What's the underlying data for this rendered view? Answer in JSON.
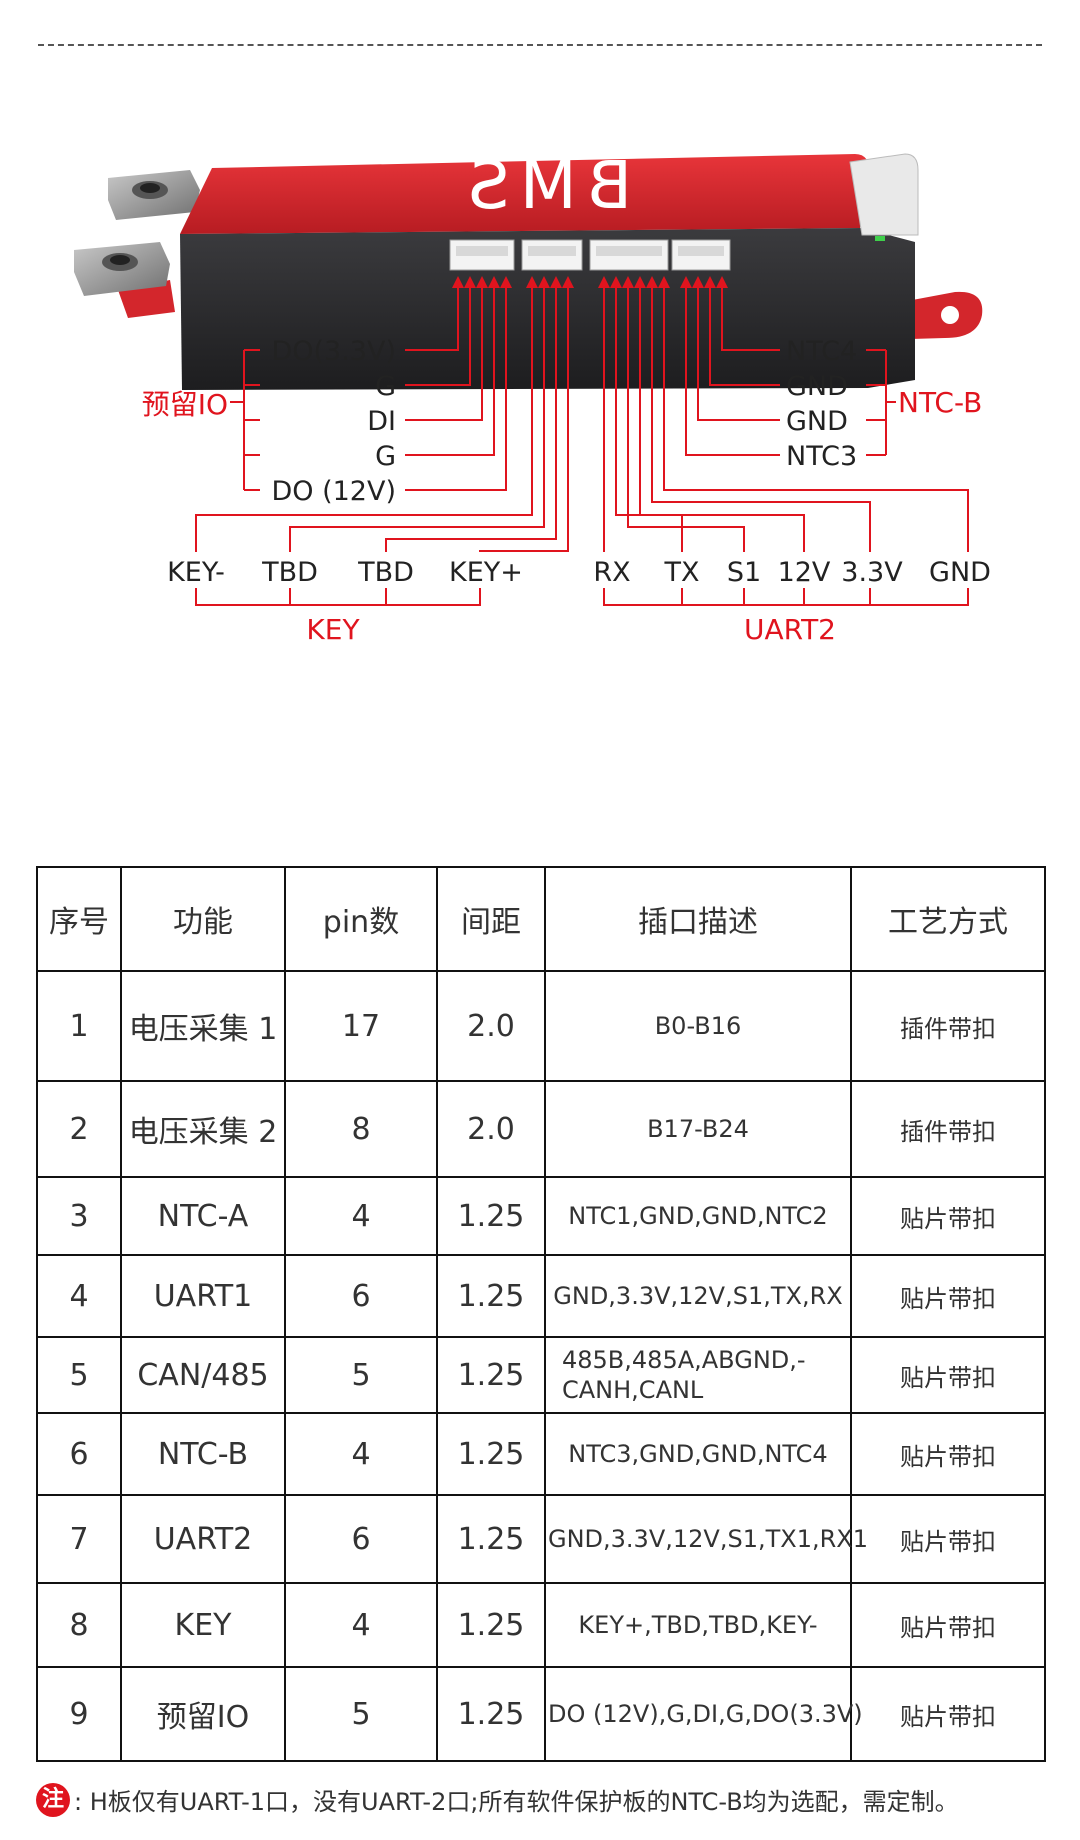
{
  "board": {
    "logo": "BMS"
  },
  "reserved_io": {
    "group": "预留IO",
    "pins": [
      "DO(3.3V)",
      "G",
      "DI",
      "G",
      "DO (12V)"
    ]
  },
  "ntc_b": {
    "group": "NTC-B",
    "pins": [
      "NTC4",
      "GND",
      "GND",
      "NTC3"
    ]
  },
  "key": {
    "group": "KEY",
    "pins": [
      "KEY-",
      "TBD",
      "TBD",
      "KEY+"
    ]
  },
  "uart2": {
    "group": "UART2",
    "pins": [
      "RX",
      "TX",
      "S1",
      "12V",
      "3.3V",
      "GND"
    ]
  },
  "table": {
    "headers": [
      "序号",
      "功能",
      "pin数",
      "间距",
      "插口描述",
      "工艺方式"
    ],
    "rows": [
      [
        "1",
        "电压采集 1",
        "17",
        "2.0",
        "B0-B16",
        "插件带扣"
      ],
      [
        "2",
        "电压采集 2",
        "8",
        "2.0",
        "B17-B24",
        "插件带扣"
      ],
      [
        "3",
        "NTC-A",
        "4",
        "1.25",
        "NTC1,GND,GND,NTC2",
        "贴片带扣"
      ],
      [
        "4",
        "UART1",
        "6",
        "1.25",
        "GND,3.3V,12V,S1,TX,RX",
        "贴片带扣"
      ],
      [
        "5",
        "CAN/485",
        "5",
        "1.25",
        "485B,485A,ABGND,-CANH,CANL",
        "贴片带扣"
      ],
      [
        "6",
        "NTC-B",
        "4",
        "1.25",
        "NTC3,GND,GND,NTC4",
        "贴片带扣"
      ],
      [
        "7",
        "UART2",
        "6",
        "1.25",
        "GND,3.3V,12V,S1,TX1,RX1",
        "贴片带扣"
      ],
      [
        "8",
        "KEY",
        "4",
        "1.25",
        "KEY+,TBD,TBD,KEY-",
        "贴片带扣"
      ],
      [
        "9",
        "预留IO",
        "5",
        "1.25",
        "DO (12V),G,DI,G,DO(3.3V)",
        "贴片带扣"
      ]
    ]
  },
  "note": {
    "badge": "注",
    "text": ": H板仅有UART-1口，没有UART-2口;所有软件保护板的NTC-B均为选配，需定制。"
  },
  "colors": {
    "accent": "#e0141e",
    "board_red": "#d3262c",
    "board_dark": "#2a2a2c"
  }
}
